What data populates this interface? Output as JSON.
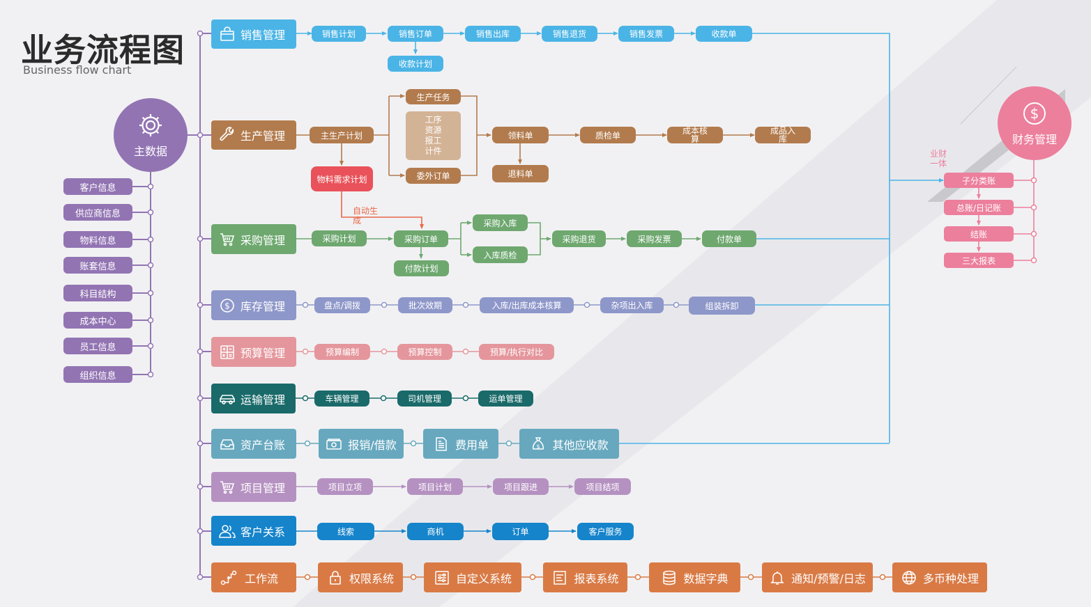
{
  "header": {
    "title": "业务流程图",
    "subtitle": "Business flow chart"
  },
  "colors": {
    "sales": "#4bb4e6",
    "production": "#b27b4d",
    "production_light": "#d3b395",
    "purchase": "#6ea86f",
    "mrp": "#e9525a",
    "inventory": "#8e97c9",
    "budget": "#e4969c",
    "transport": "#1a6a6a",
    "assets": "#67a8bf",
    "project": "#b591c1",
    "crm": "#1584cb",
    "workflow": "#d97a45",
    "master": "#9274b3",
    "finance": "#ec7f9c",
    "auto_arrow": "#e9684a"
  },
  "master": {
    "label": "主数据",
    "icon": "gear-icon",
    "items": [
      "客户信息",
      "供应商信息",
      "物料信息",
      "账套信息",
      "科目结构",
      "成本中心",
      "员工信息",
      "组织信息"
    ]
  },
  "finance": {
    "label": "财务管理",
    "icon": "dollar-icon",
    "integration_label": "业财\n一体",
    "items": [
      "子分类账",
      "总账/日记账",
      "结账",
      "三大报表"
    ]
  },
  "modules": {
    "sales": {
      "label": "销售管理",
      "icon": "shopping-bag-icon",
      "steps": [
        "销售计划",
        "销售订单",
        "销售出库",
        "销售退货",
        "销售发票",
        "收款单"
      ],
      "sub": "收款计划"
    },
    "production": {
      "label": "生产管理",
      "icon": "wrench-icon",
      "main_plan": "主生产计划",
      "task": "生产任务",
      "details": "工序\n资源\n报工\n计件",
      "outsource": "委外订单",
      "mrp": "物料需求计划",
      "requisition": "领料单",
      "quality": "质检单",
      "costing": "成本核\n算",
      "finished": "成品入\n库",
      "return": "退料单"
    },
    "purchase": {
      "label": "采购管理",
      "icon": "cart-icon",
      "plan": "采购计划",
      "order": "采购订单",
      "auto_label": "自动生\n成",
      "payment_plan": "付款计划",
      "receiving": "采购入库",
      "inspection": "入库质检",
      "return": "采购退货",
      "invoice": "采购发票",
      "payment": "付款单"
    },
    "inventory": {
      "label": "库存管理",
      "icon": "coin-icon",
      "steps": [
        "盘点/调拨",
        "批次效期",
        "入库/出库成本核算",
        "杂项出入库",
        "组装拆卸"
      ]
    },
    "budget": {
      "label": "预算管理",
      "icon": "calculator-icon",
      "steps": [
        "预算编制",
        "预算控制",
        "预算/执行对比"
      ]
    },
    "transport": {
      "label": "运输管理",
      "icon": "car-icon",
      "steps": [
        "车辆管理",
        "司机管理",
        "运单管理"
      ]
    },
    "assets": {
      "label": "资产台账",
      "icon": "inbox-icon",
      "steps": [
        "报销/借款",
        "费用单",
        "其他应收款"
      ],
      "step_icons": [
        "money-icon",
        "document-icon",
        "money-bag-icon"
      ]
    },
    "project": {
      "label": "项目管理",
      "icon": "cart-icon",
      "steps": [
        "项目立项",
        "项目计划",
        "项目跟进",
        "项目结项"
      ]
    },
    "crm": {
      "label": "客户关系",
      "icon": "users-icon",
      "steps": [
        "线索",
        "商机",
        "订单",
        "客户服务"
      ]
    },
    "workflow": {
      "label": "工作流",
      "icon": "workflow-icon",
      "steps": [
        "权限系统",
        "自定义系统",
        "报表系统",
        "数据字典",
        "通知/预警/日志",
        "多币种处理"
      ],
      "step_icons": [
        "lock-icon",
        "sliders-icon",
        "report-icon",
        "database-icon",
        "bell-icon",
        "globe-icon"
      ]
    }
  }
}
